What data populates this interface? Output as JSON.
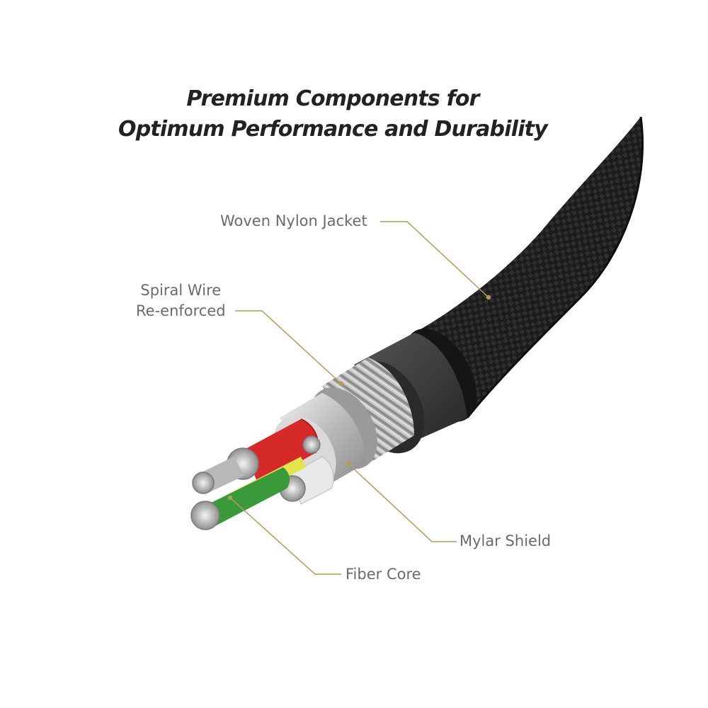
{
  "heading": {
    "line1": "Premium Components for",
    "line2": "Optimum Performance and Durability"
  },
  "callouts": {
    "jacket": "Woven Nylon Jacket",
    "spiral_line1": "Spiral Wire",
    "spiral_line2": "Re-enforced",
    "mylar": "Mylar Shield",
    "fiber": "Fiber Core"
  },
  "colors": {
    "leader_line": "#b39a5a",
    "jacket": "#1e1e1e",
    "inner_sleeve": "#3a3a3a",
    "red_wire": "#d62a2a",
    "green_wire": "#3a9a3a",
    "yellow_fiber": "#e3e34a",
    "white_wire": "#e8e8e8"
  }
}
